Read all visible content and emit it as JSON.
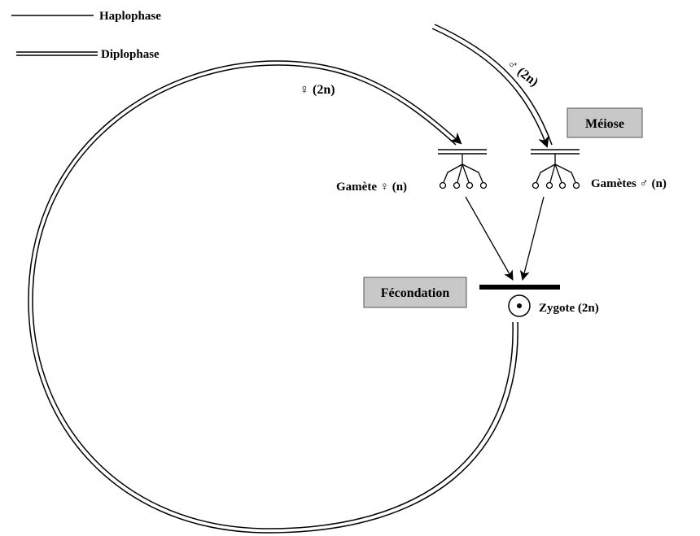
{
  "legend": {
    "haplophase": "Haplophase",
    "diplophase": "Diplophase"
  },
  "labels": {
    "female_2n": "♀ (2n)",
    "male_2n": "♂ (2n)",
    "meiose": "Méiose",
    "gamete_female": "Gamète ♀ (n)",
    "gametes_male": "Gamètes ♂ (n)",
    "fecondation": "Fécondation",
    "zygote": "Zygote (2n)"
  },
  "colors": {
    "line": "#000000",
    "box_fill": "#c8c8c8"
  }
}
